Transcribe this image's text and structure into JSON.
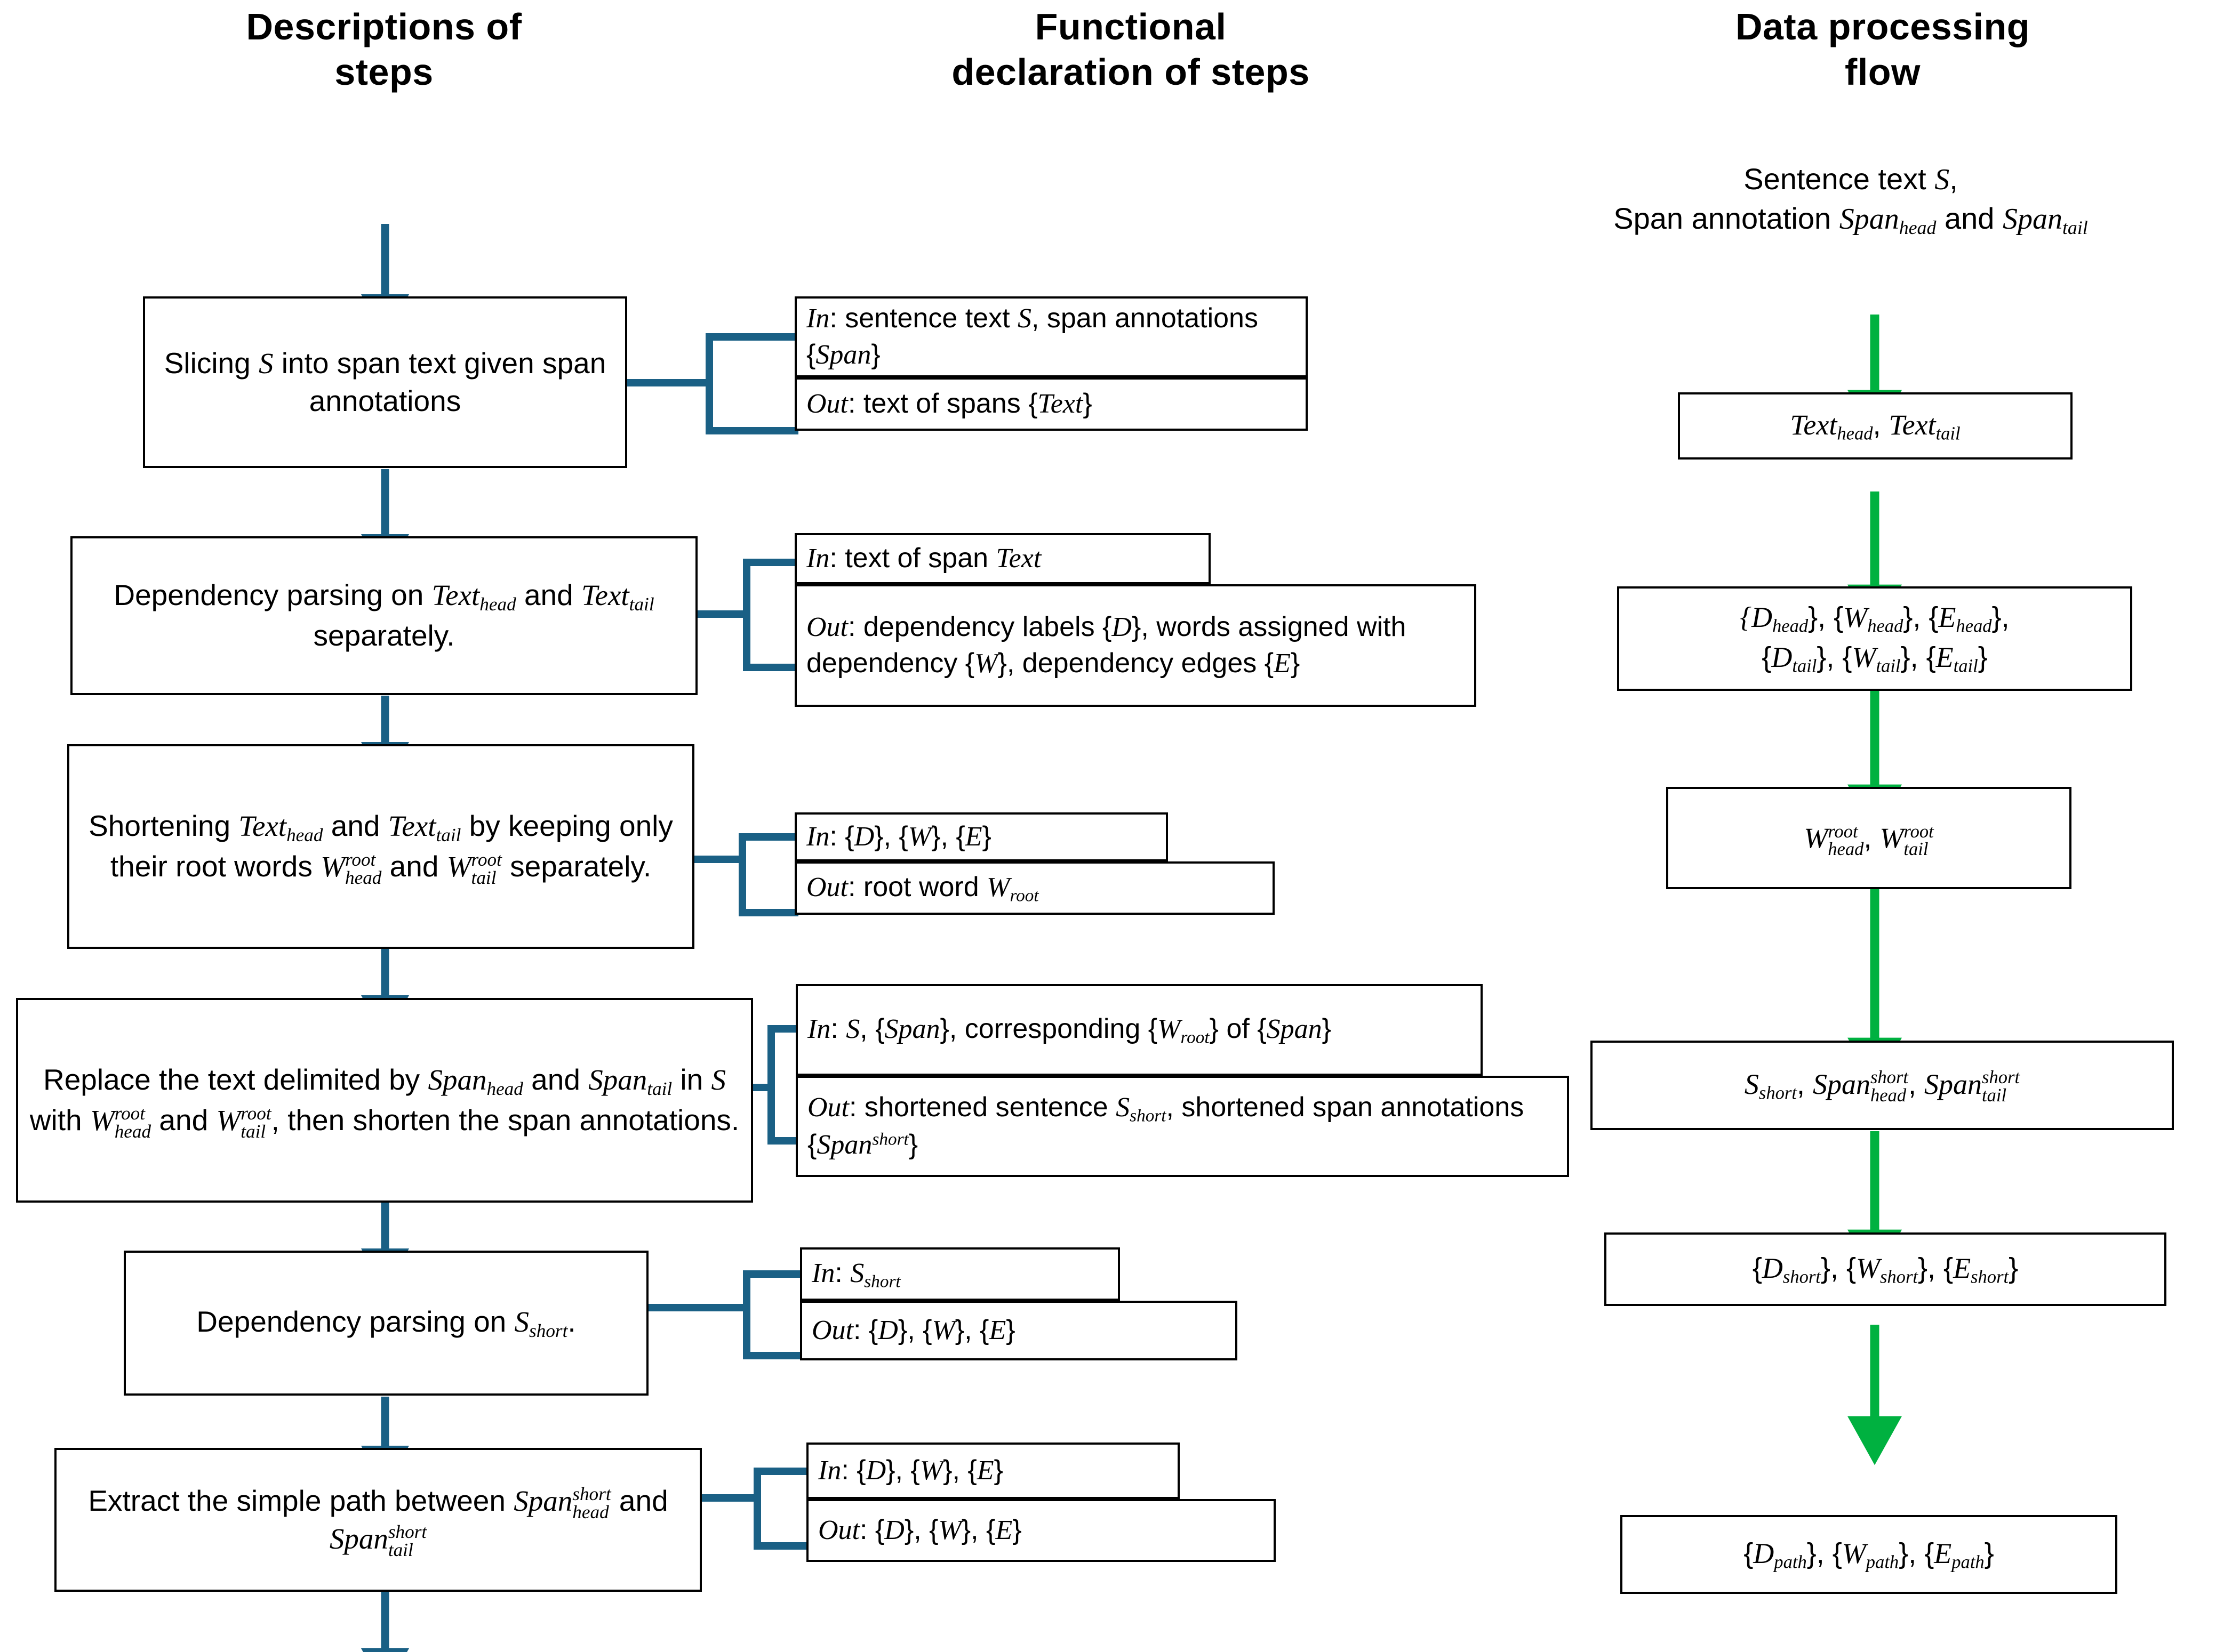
{
  "colors": {
    "flow_arrow_blue": "#1A6085",
    "flow_arrow_green": "#00B140",
    "box_border": "#000000",
    "background": "#FFFFFF"
  },
  "columns": {
    "descriptions": {
      "title_line1": "Descriptions of",
      "title_line2": "steps"
    },
    "functional": {
      "title_line1": "Functional",
      "title_line2": "declaration of steps"
    },
    "dataflow": {
      "title_line1": "Data processing",
      "title_line2": "flow"
    }
  },
  "steps": [
    {
      "id": "step-1",
      "text": "Slicing S into span text given span annotations"
    },
    {
      "id": "step-2",
      "text": "Dependency parsing on Text_head and Text_tail separately."
    },
    {
      "id": "step-3",
      "text": "Shortening Text_head and Text_tail by keeping only their root words W_head^root and W_tail^root separately."
    },
    {
      "id": "step-4",
      "text": "Replace the text delimited by Span_head and Span_tail in S with W_head^root and W_tail^root, then shorten the span annotations."
    },
    {
      "id": "step-5",
      "text": "Dependency parsing on S_short."
    },
    {
      "id": "step-6",
      "text": "Extract the simple path between Span_head^short and Span_tail^short"
    }
  ],
  "declarations": [
    {
      "id": "decl-1",
      "in_label": "In",
      "in_text": "sentence text S, span annotations {Span}",
      "out_label": "Out",
      "out_text": "text of spans {Text}"
    },
    {
      "id": "decl-2",
      "in_label": "In",
      "in_text": "text of span Text",
      "out_label": "Out",
      "out_text": "dependency labels {D}, words assigned with dependency {W}, dependency edges {E}"
    },
    {
      "id": "decl-3",
      "in_label": "In",
      "in_text": "{D}, {W}, {E}",
      "out_label": "Out",
      "out_text": "root word W_root"
    },
    {
      "id": "decl-4",
      "in_label": "In",
      "in_text": "S, {Span}, corresponding {W_root} of {Span}",
      "out_label": "Out",
      "out_text": "shortened sentence S_short, shortened span annotations {Span^short}"
    },
    {
      "id": "decl-5",
      "in_label": "In",
      "in_text": "S_short",
      "out_label": "Out",
      "out_text": "{D}, {W}, {E}"
    },
    {
      "id": "decl-6",
      "in_label": "In",
      "in_text": "{D}, {W}, {E}",
      "out_label": "Out",
      "out_text": "{D}, {W}, {E}"
    }
  ],
  "dataflow": {
    "input_caption_line1": "Sentence text S,",
    "input_caption_line2": "Span annotation Span_head and Span_tail",
    "nodes": [
      {
        "id": "flow-1",
        "text": "Text_head, Text_tail"
      },
      {
        "id": "flow-2",
        "text": "{D_head}, {W_head}, {E_head}, {D_tail}, {W_tail}, {E_tail}"
      },
      {
        "id": "flow-3",
        "text": "W_head^root, W_tail^root"
      },
      {
        "id": "flow-4",
        "text": "S_short, Span_head^short, Span_tail^short"
      },
      {
        "id": "flow-5",
        "text": "{D_short}, {W_short}, {E_short}"
      },
      {
        "id": "flow-6",
        "text": "{D_path}, {W_path}, {E_path}"
      }
    ]
  }
}
